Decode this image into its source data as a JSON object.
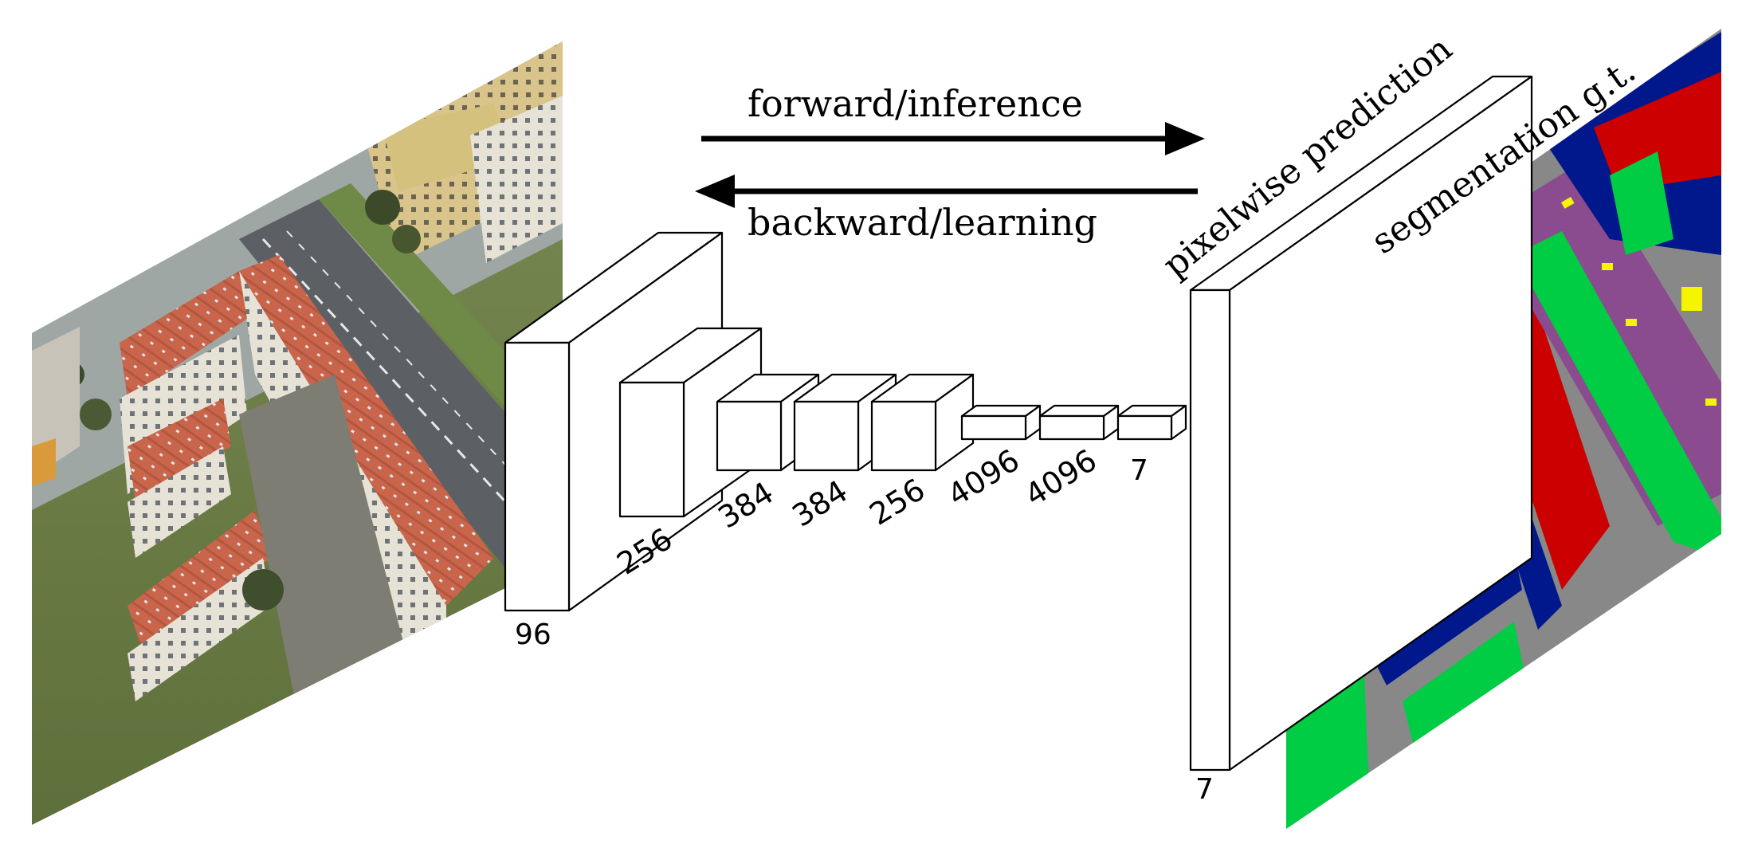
{
  "arrows": {
    "forward_label": "forward/inference",
    "backward_label": "backward/learning"
  },
  "layers": [
    "96",
    "256",
    "384",
    "384",
    "256",
    "4096",
    "4096",
    "7"
  ],
  "output": {
    "channels": "7",
    "prediction_label": "pixelwise prediction",
    "ground_truth_label": "segmentation g.t."
  },
  "colors": {
    "class_red": "#cc0000",
    "class_blue": "#00188c",
    "class_green": "#00cc44",
    "class_purple": "#8a4c8e",
    "class_gray": "#888888",
    "class_yellow": "#f5f500"
  }
}
